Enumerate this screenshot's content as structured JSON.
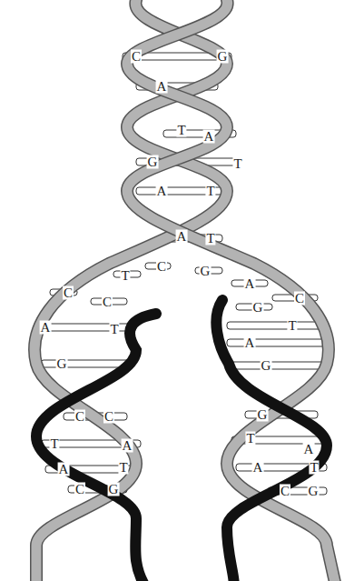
{
  "diagram": {
    "labels": [
      "C",
      "G",
      "A",
      "T",
      "A",
      "G",
      "T",
      "A",
      "T",
      "A",
      "T",
      "T",
      "C",
      "G",
      "C",
      "A",
      "C",
      "C",
      "G",
      "A",
      "T",
      "T",
      "A",
      "G",
      "G",
      "C",
      "C",
      "G",
      "T",
      "A",
      "T",
      "A",
      "A",
      "T",
      "A",
      "T",
      "C",
      "G",
      "C",
      "G"
    ]
  }
}
